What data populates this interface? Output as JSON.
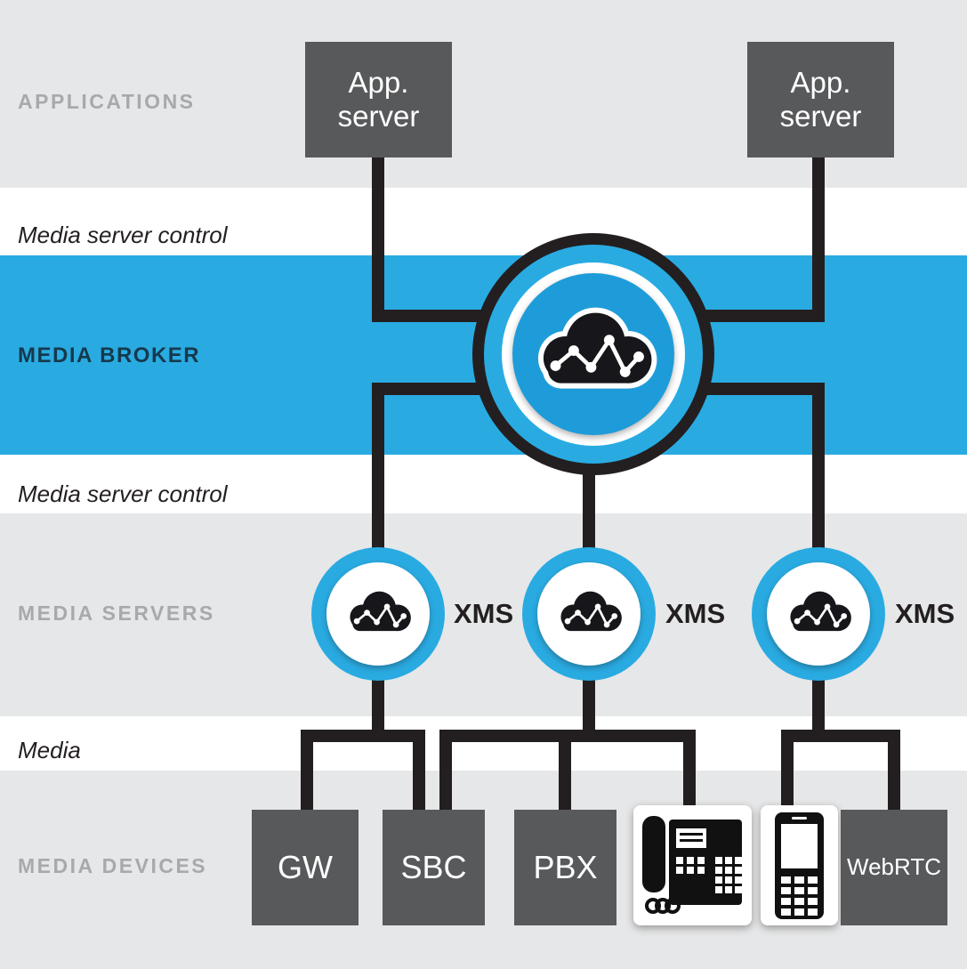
{
  "bands": {
    "applications": {
      "label": "APPLICATIONS"
    },
    "media_server_control_top": {
      "label": "Media server control"
    },
    "media_broker": {
      "label": "MEDIA BROKER"
    },
    "media_server_control_bottom": {
      "label": "Media server control"
    },
    "media_servers": {
      "label": "MEDIA SERVERS"
    },
    "media": {
      "label": "Media"
    },
    "media_devices": {
      "label": "MEDIA DEVICES"
    }
  },
  "nodes": {
    "app_server_left": {
      "label": "App. server"
    },
    "app_server_right": {
      "label": "App. server"
    },
    "broker": {
      "icon": "cloud-network-icon"
    },
    "xms_left": {
      "label": "XMS"
    },
    "xms_middle": {
      "label": "XMS"
    },
    "xms_right": {
      "label": "XMS"
    },
    "gw": {
      "label": "GW"
    },
    "sbc": {
      "label": "SBC"
    },
    "pbx": {
      "label": "PBX"
    },
    "desk_phone": {
      "icon": "desk-phone-icon"
    },
    "mobile_phone": {
      "icon": "mobile-phone-icon"
    },
    "webrtc": {
      "label": "WebRTC"
    }
  },
  "colors": {
    "band_gray": "#E6E7E8",
    "band_blue": "#29ABE2",
    "box_gray": "#58595B",
    "line_black": "#231F20",
    "label_gray": "#A7A9AC",
    "broker_label": "#16394D",
    "inner_disc_blue": "#1E9CD9"
  }
}
